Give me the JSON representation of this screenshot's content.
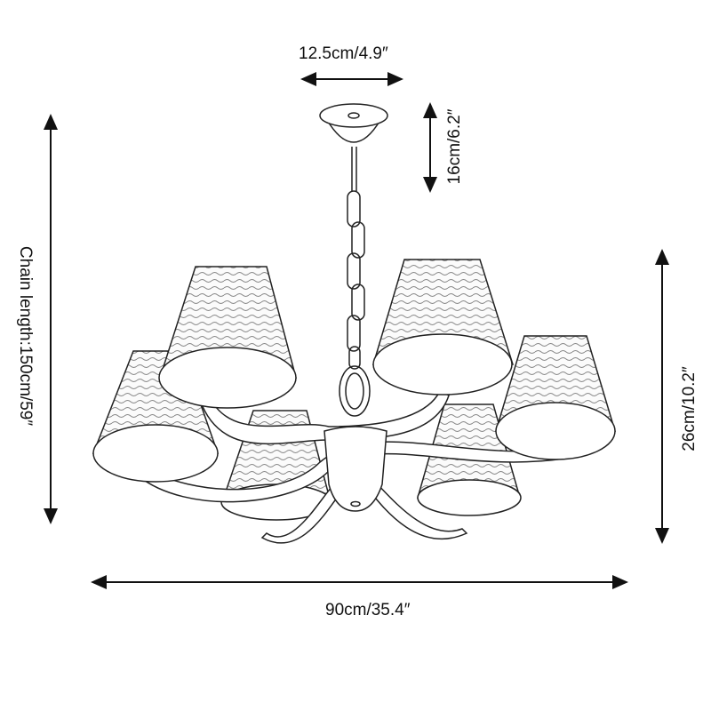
{
  "dimensions": {
    "canopy_width": "12.5cm/4.9″",
    "canopy_height": "16cm/6.2″",
    "chain_length": "Chain length:150cm/59″",
    "body_height": "26cm/10.2″",
    "overall_width": "90cm/35.4″"
  },
  "colors": {
    "line": "#222222",
    "shade_fill": "#f4f4f4"
  }
}
